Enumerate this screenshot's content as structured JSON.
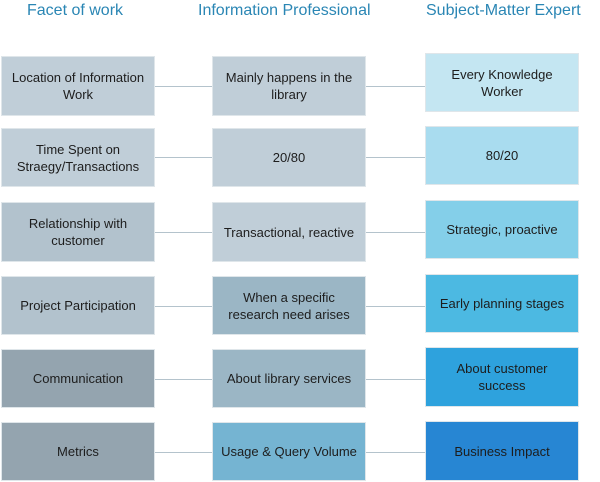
{
  "headers": {
    "facet": "Facet of work",
    "info_pro": "Information Professional",
    "sme": "Subject-Matter Expert"
  },
  "rows": [
    {
      "facet": "Location of Information Work",
      "info_pro": "Mainly happens in the library",
      "sme": "Every Knowledge Worker",
      "facet_color": "#c0ced8",
      "info_color": "#c0ced8",
      "sme_color": "#c4e6f2"
    },
    {
      "facet": "Time Spent on Straegy/Transactions",
      "info_pro": "20/80",
      "sme": "80/20",
      "facet_color": "#c0ced8",
      "info_color": "#c0ced8",
      "sme_color": "#a9dcef"
    },
    {
      "facet": "Relationship with customer",
      "info_pro": "Transactional, reactive",
      "sme": "Strategic, proactive",
      "facet_color": "#b2c2cd",
      "info_color": "#c0ced8",
      "sme_color": "#84cfe9"
    },
    {
      "facet": "Project Participation",
      "info_pro": "When a specific research need arises",
      "sme": "Early planning stages",
      "facet_color": "#b2c2cd",
      "info_color": "#9bb6c5",
      "sme_color": "#4cb9e2"
    },
    {
      "facet": "Communication",
      "info_pro": "About library services",
      "sme": "About customer success",
      "facet_color": "#94a4af",
      "info_color": "#9bb6c5",
      "sme_color": "#2ea2dd"
    },
    {
      "facet": "Metrics",
      "info_pro": "Usage & Query Volume",
      "sme": "Business Impact",
      "facet_color": "#94a4af",
      "info_color": "#75b4d2",
      "sme_color": "#2786d3"
    }
  ]
}
